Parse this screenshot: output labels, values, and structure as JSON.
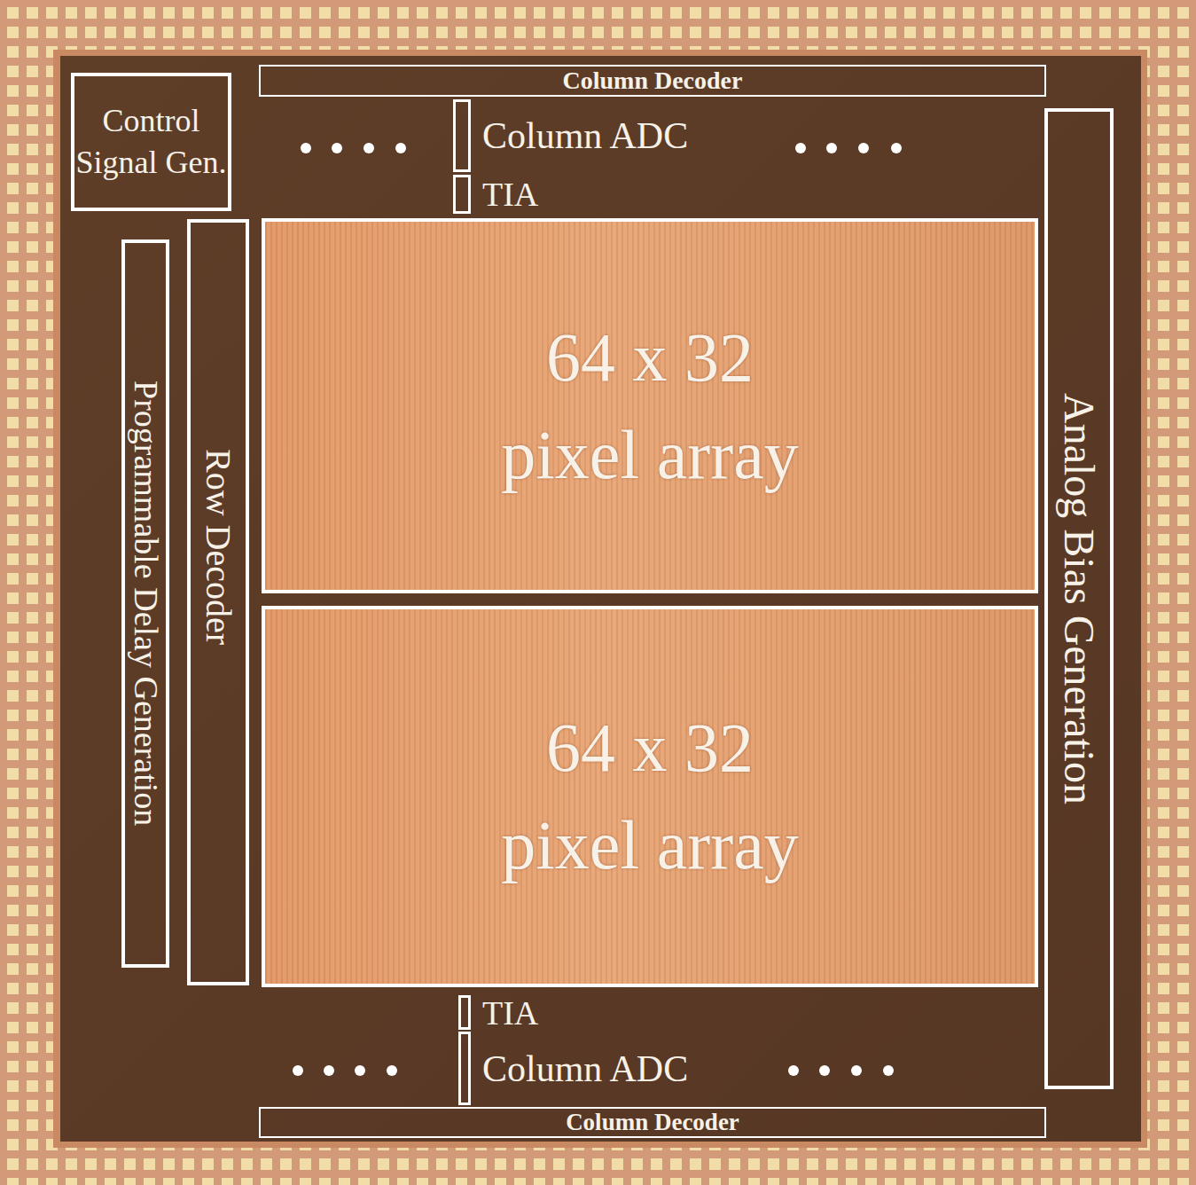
{
  "diagram": {
    "nodes": [
      {
        "text": [
          "Control Signal Gen."
        ]
      },
      {
        "text": [
          "Column Decoder"
        ]
      },
      {
        "text": [
          "Column ADC"
        ]
      },
      {
        "text": [
          "TIA"
        ]
      },
      {
        "text": [
          "Programmable Delay Generation"
        ]
      },
      {
        "text": [
          "Row Decoder"
        ]
      },
      {
        "text": [
          "64 x 32 pixel array"
        ]
      },
      {
        "text": [
          "64 x 32 pixel array"
        ]
      },
      {
        "text": [
          "Analog Bias Generation"
        ]
      },
      {
        "text": [
          "TIA"
        ]
      },
      {
        "text": [
          "Column ADC"
        ]
      },
      {
        "text": [
          "Column Decoder"
        ]
      }
    ]
  }
}
